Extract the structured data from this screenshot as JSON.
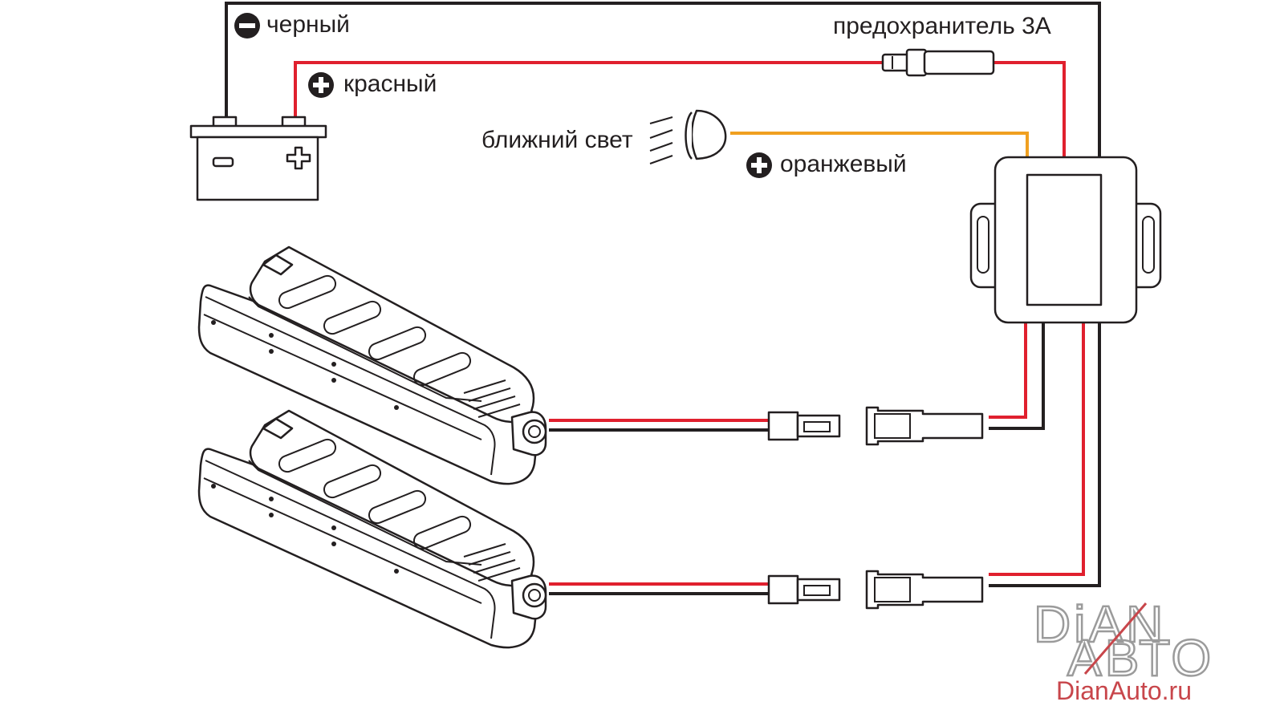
{
  "labels": {
    "black": "черный",
    "red": "красный",
    "fuse": "предохранитель 3А",
    "low_beam": "ближний свет",
    "orange": "оранжевый"
  },
  "watermark": {
    "brand_line1": "DiAN",
    "brand_line2": "АВТО",
    "url": "DianAuto.ru"
  },
  "colors": {
    "wire_black": "#231f20",
    "wire_red": "#e0202e",
    "wire_orange": "#f0a020",
    "watermark_grey": "#9b9b9b",
    "watermark_red": "#c8464b"
  },
  "icons": {
    "minus_badge": "minus-circle-icon",
    "plus_badge": "plus-circle-icon",
    "battery": "battery-icon",
    "headlight": "headlight-icon",
    "fuse": "fuse-icon",
    "controller": "control-box-icon",
    "drl_lamp": "drl-lamp-icon",
    "connector": "connector-icon"
  }
}
